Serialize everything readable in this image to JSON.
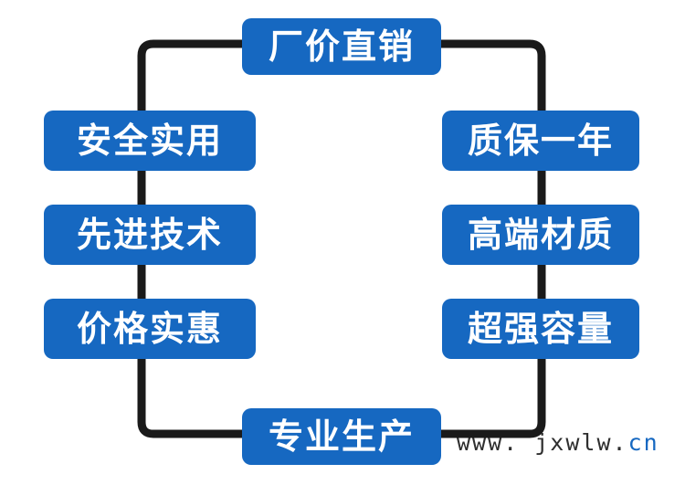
{
  "diagram": {
    "type": "ring-flow",
    "accent_color": "#1668c1",
    "connector_color": "#1a1a1a",
    "background": "#ffffff",
    "nodes": {
      "top": "厂价直销",
      "left_1": "安全实用",
      "left_2": "先进技术",
      "left_3": "价格实惠",
      "right_1": "质保一年",
      "right_2": "高端材质",
      "right_3": "超强容量",
      "bottom": "专业生产"
    }
  },
  "watermark": {
    "text_main": "www. jxwlw.",
    "text_accent": "cn"
  }
}
